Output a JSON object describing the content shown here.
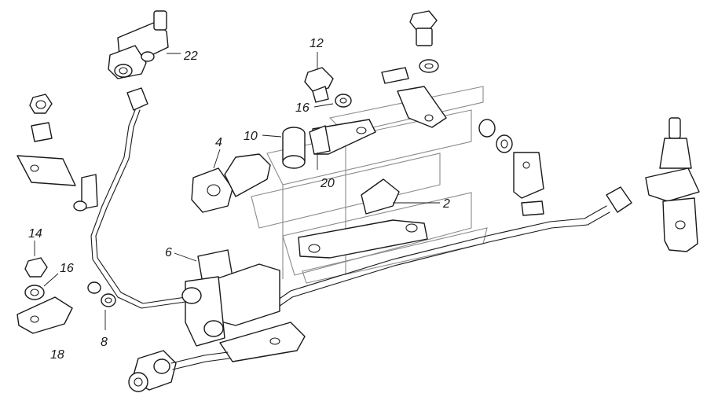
{
  "callouts": {
    "c22": "22",
    "c12": "12",
    "c16a": "16",
    "c10": "10",
    "c4": "4",
    "c20": "20",
    "c2": "2",
    "c6": "6",
    "c14": "14",
    "c16b": "16",
    "c8": "8",
    "c18": "18"
  }
}
